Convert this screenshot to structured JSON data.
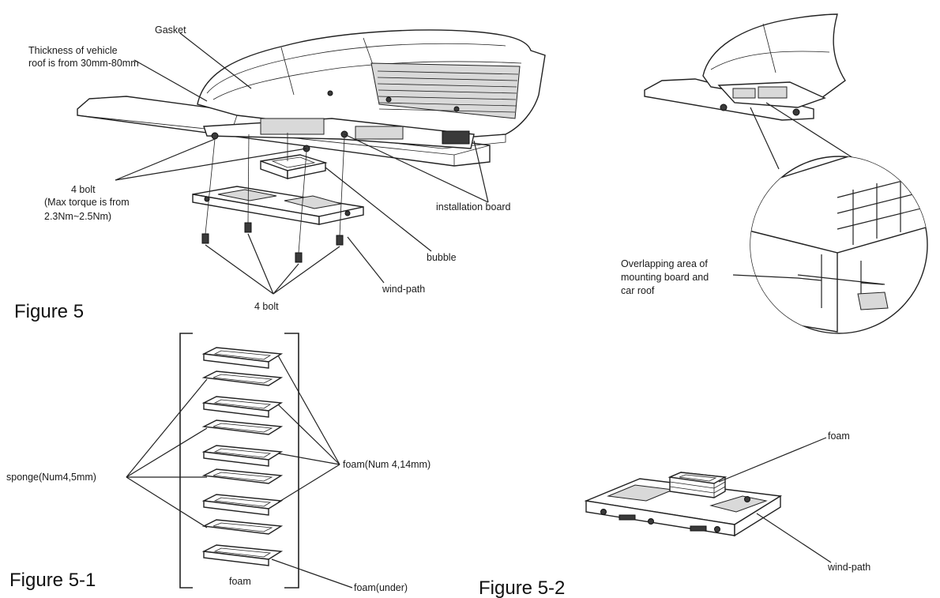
{
  "figure5": {
    "caption": "Figure 5",
    "label_gasket": "Gasket",
    "label_thickness_1": "Thickness of vehicle",
    "label_thickness_2": "roof is from 30mm-80mm",
    "label_4bolt_upper_1": "4 bolt",
    "label_4bolt_upper_2": "(Max torque is from",
    "label_4bolt_upper_3": "2.3Nm~2.5Nm)",
    "label_installation_board": "installation board",
    "label_bubble": "bubble",
    "label_wind_path": "wind-path",
    "label_4bolt_lower": "4 bolt"
  },
  "figure5_detail": {
    "label_overlap_1": "Overlapping area of",
    "label_overlap_2": "mounting board and",
    "label_overlap_3": "car roof"
  },
  "figure5_1": {
    "caption": "Figure 5-1",
    "label_sponge": "sponge(Num4,5mm)",
    "label_foam": "foam(Num 4,14mm)",
    "label_foam_bottom": "foam",
    "label_foam_under": "foam(under)"
  },
  "figure5_2": {
    "caption": "Figure 5-2",
    "label_foam": "foam",
    "label_wind_path": "wind-path"
  }
}
